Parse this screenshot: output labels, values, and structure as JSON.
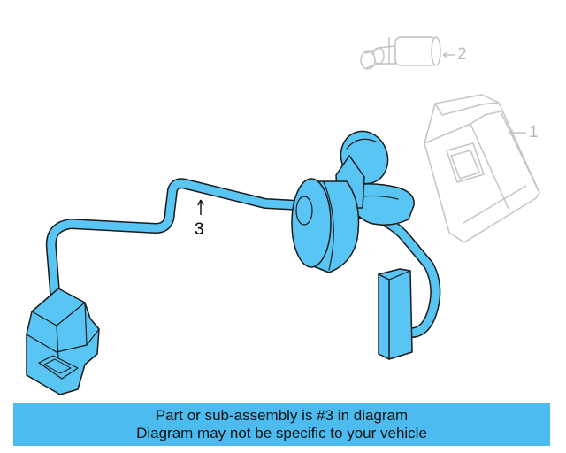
{
  "callouts": {
    "part1": "1",
    "part2": "2",
    "part3": "3"
  },
  "banner": {
    "line1": "Part or sub-assembly is #3 in diagram",
    "line2": "Diagram may not be specific to your vehicle"
  },
  "colors": {
    "highlight_fill": "#58c5f5",
    "banner_bg": "#4cbcf0",
    "outline": "#1a1a1a",
    "faded_outline": "#c4c4c4"
  }
}
